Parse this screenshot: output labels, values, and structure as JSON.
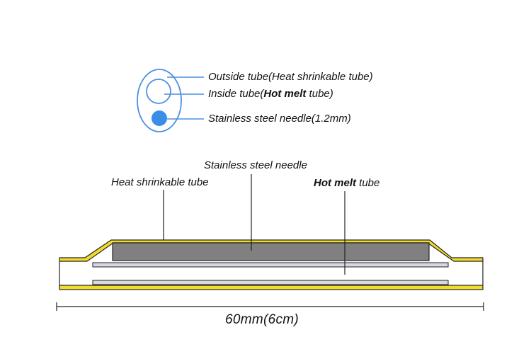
{
  "legend": {
    "outside_tube": "Outside tube(Heat shrinkable tube)",
    "inside_tube_prefix": "Inside tube(",
    "inside_tube_bold": "Hot melt",
    "inside_tube_suffix": " tube)",
    "needle": "Stainless steel needle(1.2mm)"
  },
  "cross_section": {
    "needle_label": "Stainless steel needle",
    "heat_shrink_label": "Heat shrinkable tube",
    "hot_melt_bold": "Hot melt",
    "hot_melt_suffix": " tube",
    "dimension": "60mm(6cm)"
  },
  "colors": {
    "legend_line": "#4a90e2",
    "needle_dot": "#3a8ee8",
    "yellow_tube": "#f2dc2a",
    "needle_gray": "#808080",
    "hot_melt_fill": "#d8d8e4"
  }
}
